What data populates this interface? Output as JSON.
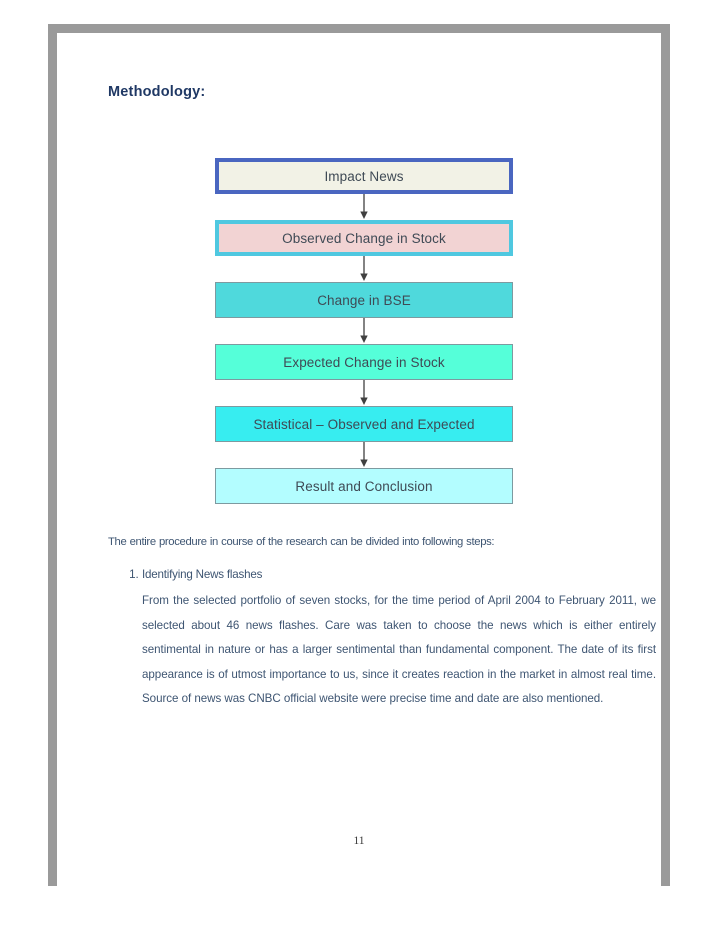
{
  "document": {
    "heading": "Methodology:",
    "page_number": "11"
  },
  "flowchart": {
    "steps": [
      {
        "label": "Impact News",
        "fill": "#F2F2E6",
        "border": "#4A66C0",
        "border_width": "4px"
      },
      {
        "label": "Observed Change in Stock",
        "fill": "#F2D3D3",
        "border": "#4FC8E0",
        "border_width": "4px"
      },
      {
        "label": "Change in BSE",
        "fill": "#4FD9DC",
        "border": "#7d9aa0",
        "border_width": "1px"
      },
      {
        "label": "Expected Change in Stock",
        "fill": "#55FFD9",
        "border": "#7d9aa0",
        "border_width": "1px"
      },
      {
        "label": "Statistical – Observed and Expected",
        "fill": "#37EDF0",
        "border": "#7d9aa0",
        "border_width": "1px"
      },
      {
        "label": "Result and Conclusion",
        "fill": "#B3FDFF",
        "border": "#7d9aa0",
        "border_width": "1px"
      }
    ],
    "arrow_color": "#404040"
  },
  "body": {
    "intro": "The entire procedure in course of the research can be divided into following steps:",
    "steps": [
      {
        "number": "1.",
        "title": "Identifying News flashes",
        "paragraph": "From the selected portfolio of seven stocks, for the time period of April 2004 to February 2011, we selected about 46 news flashes. Care was taken to choose the news which is either entirely sentimental in nature or has a larger sentimental than fundamental component. The date of its first appearance is of utmost importance to us, since it creates reaction in the market in almost real time. Source of news was CNBC official website were precise time and date are also mentioned."
      }
    ]
  },
  "theme": {
    "heading_color": "#1F3864",
    "body_text_color": "#3E5572",
    "page_border_outer": "#1a1a1a",
    "page_border_inner": "#9a9a9a"
  }
}
